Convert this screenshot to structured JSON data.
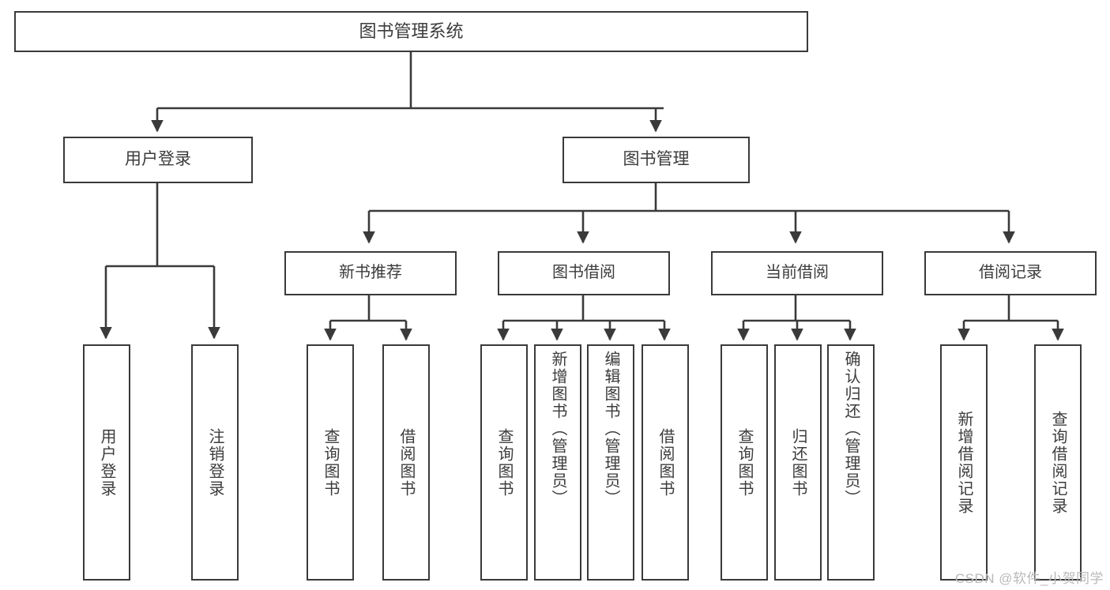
{
  "diagram": {
    "title": "图书管理系统",
    "watermark": "CSDN @软件_小贺同学",
    "colors": {
      "background": "#ffffff",
      "box_border": "#3a3a3a",
      "box_fill": "#ffffff",
      "text": "#3c3c3c",
      "edge": "#3a3a3a",
      "watermark": "#b9b9b9"
    },
    "root": {
      "label": "图书管理系统"
    },
    "level1": [
      {
        "label": "用户登录"
      },
      {
        "label": "图书管理"
      }
    ],
    "level2": [
      {
        "label": "新书推荐"
      },
      {
        "label": "图书借阅"
      },
      {
        "label": "当前借阅"
      },
      {
        "label": "借阅记录"
      }
    ],
    "leaves": {
      "user_login": [
        {
          "label": "用户登录"
        },
        {
          "label": "注销登录"
        }
      ],
      "new_book_recommend": [
        {
          "label": "查询图书"
        },
        {
          "label": "借阅图书"
        }
      ],
      "book_borrow": [
        {
          "label": "查询图书"
        },
        {
          "label": "新增图书（管理员）"
        },
        {
          "label": "编辑图书（管理员）"
        },
        {
          "label": "借阅图书"
        }
      ],
      "current_borrow": [
        {
          "label": "查询图书"
        },
        {
          "label": "归还图书"
        },
        {
          "label": "确认归还（管理员）"
        }
      ],
      "borrow_record": [
        {
          "label": "新增借阅记录"
        },
        {
          "label": "查询借阅记录"
        }
      ]
    }
  }
}
